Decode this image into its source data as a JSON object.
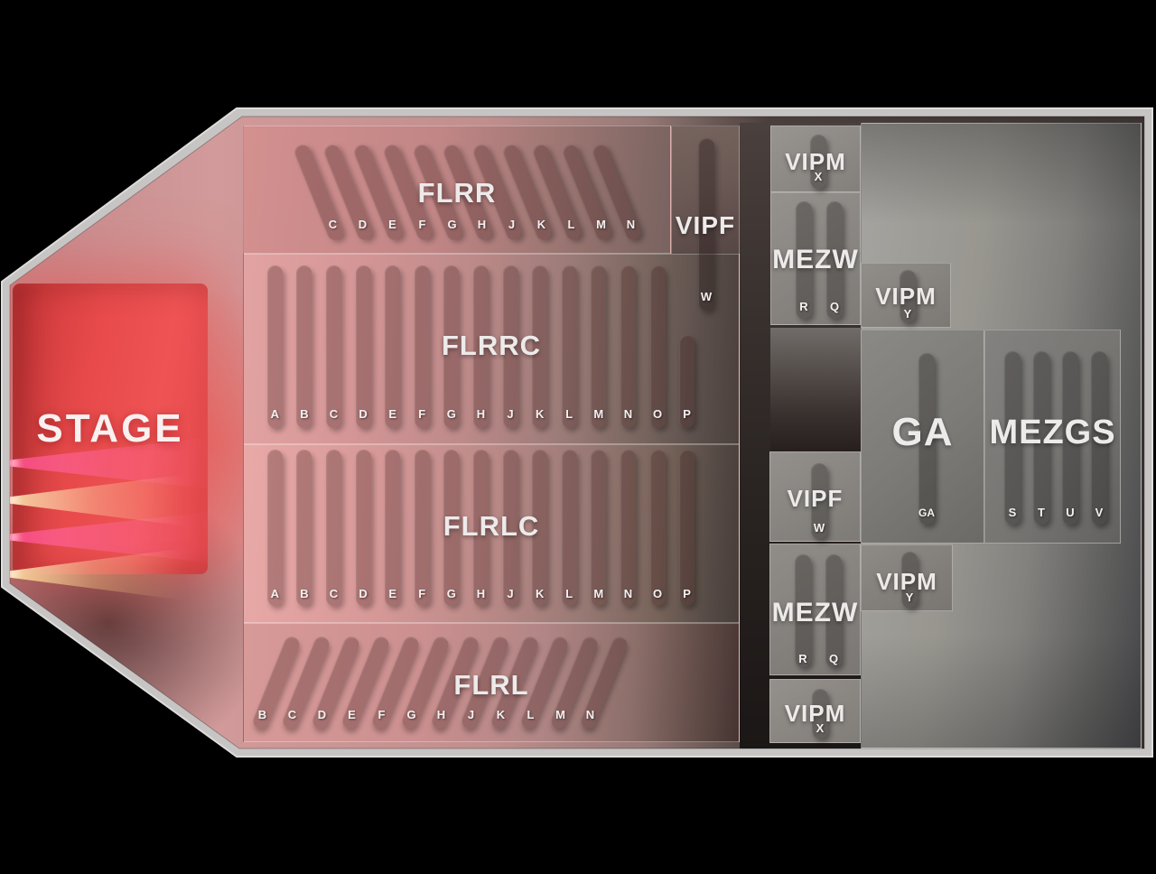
{
  "stage": {
    "label": "STAGE"
  },
  "sections": {
    "flrr": {
      "label": "FLRR",
      "rows": [
        "C",
        "D",
        "E",
        "F",
        "G",
        "H",
        "J",
        "K",
        "L",
        "M",
        "N"
      ]
    },
    "vipf_top": {
      "label": "VIPF",
      "rows": [
        "W"
      ]
    },
    "vipm_x_top": {
      "label": "VIPM",
      "rows": [
        "X"
      ]
    },
    "mezw_top": {
      "label": "MEZW",
      "rows": [
        "R",
        "Q"
      ]
    },
    "vipm_y_top": {
      "label": "VIPM",
      "rows": [
        "Y"
      ]
    },
    "flrrc": {
      "label": "FLRRC",
      "rows": [
        "A",
        "B",
        "C",
        "D",
        "E",
        "F",
        "G",
        "H",
        "J",
        "K",
        "L",
        "M",
        "N",
        "O",
        "P"
      ]
    },
    "flrlc": {
      "label": "FLRLC",
      "rows": [
        "A",
        "B",
        "C",
        "D",
        "E",
        "F",
        "G",
        "H",
        "J",
        "K",
        "L",
        "M",
        "N",
        "O",
        "P"
      ]
    },
    "ga": {
      "label": "GA",
      "rows": [
        "GA"
      ]
    },
    "mezgs": {
      "label": "MEZGS",
      "rows": [
        "S",
        "T",
        "U",
        "V"
      ]
    },
    "vipf_bottom": {
      "label": "VIPF",
      "rows": [
        "W"
      ]
    },
    "mezw_bottom": {
      "label": "MEZW",
      "rows": [
        "R",
        "Q"
      ]
    },
    "vipm_y_bottom": {
      "label": "VIPM",
      "rows": [
        "Y"
      ]
    },
    "vipm_x_bottom": {
      "label": "VIPM",
      "rows": [
        "X"
      ]
    },
    "flrl": {
      "label": "FLRL",
      "rows": [
        "B",
        "C",
        "D",
        "E",
        "F",
        "G",
        "H",
        "J",
        "K",
        "L",
        "M",
        "N"
      ]
    }
  },
  "colors": {
    "stage_red": "#e84a4b",
    "beam_pink": "#ff226e",
    "beam_gold": "#f6c680",
    "floor_pink": "#d29a9a",
    "panel_gray": "#8d8b88",
    "border_gray": "#c6c5c4",
    "label_white": "#edeaea"
  }
}
